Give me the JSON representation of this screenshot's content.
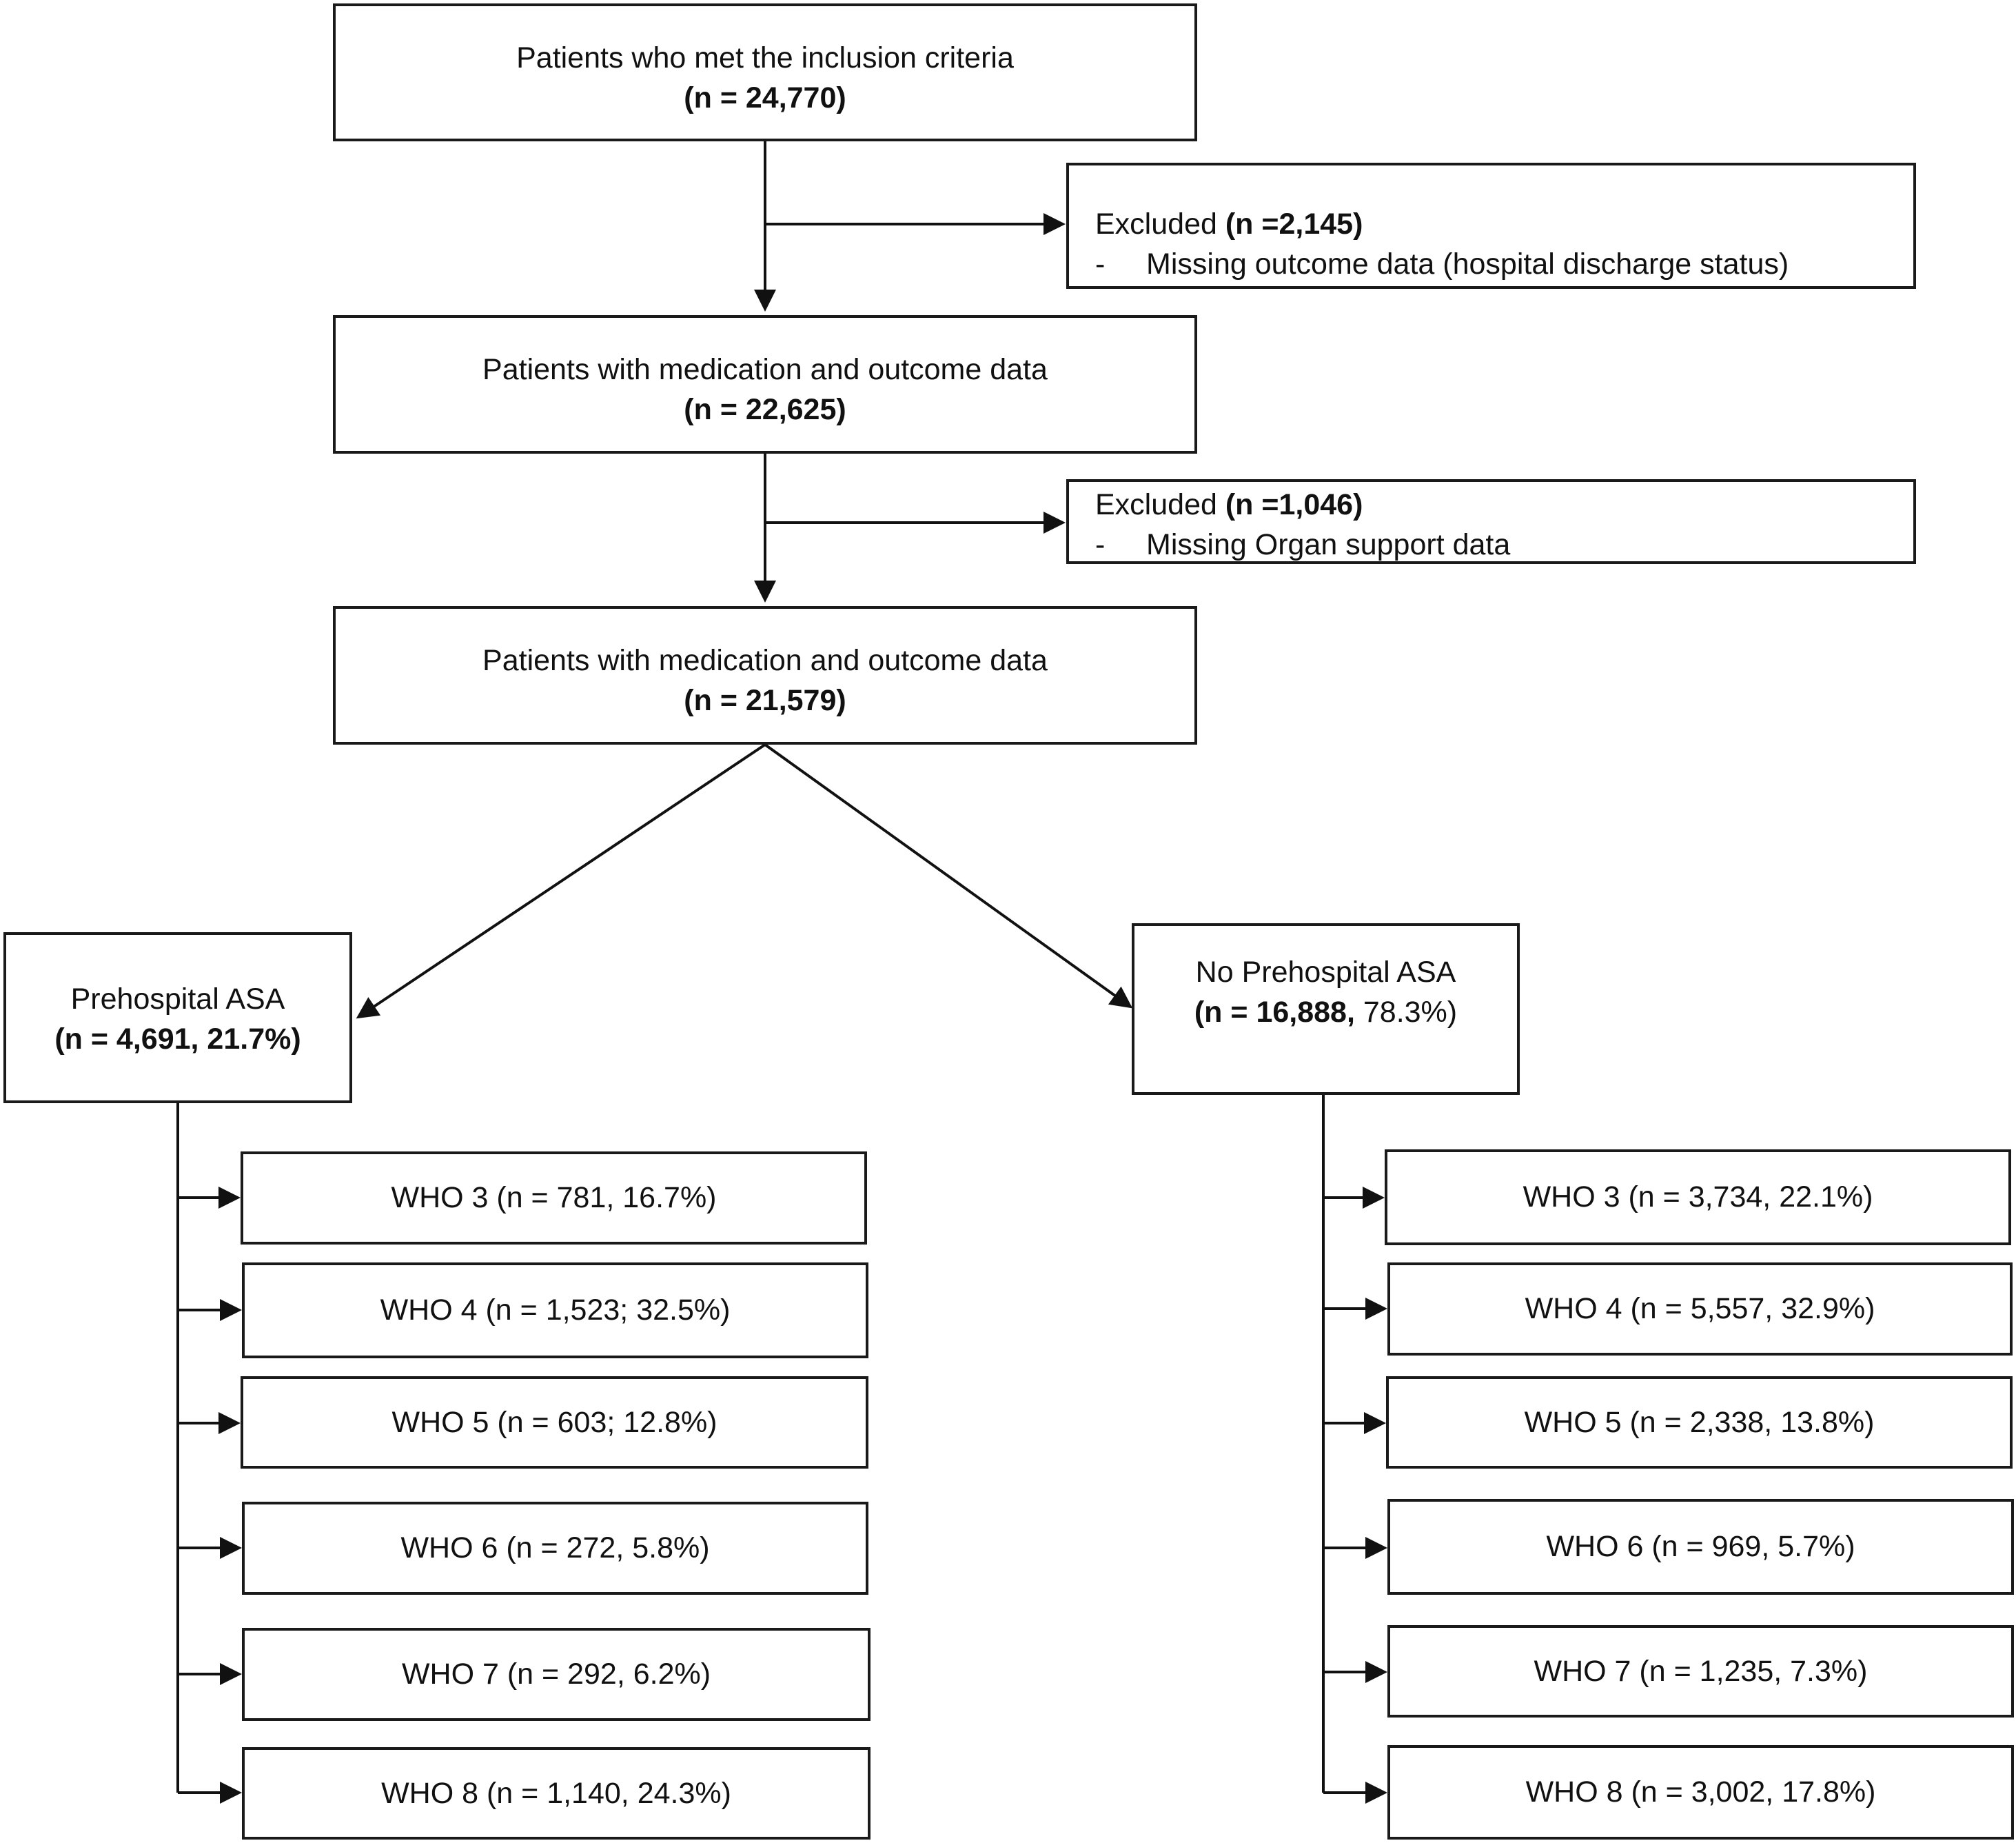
{
  "flow": {
    "inclusion": {
      "title": "Patients  who met the inclusion criteria",
      "count": "(n = 24,770)"
    },
    "exclusion_1": {
      "label": "Excluded ",
      "count": "(n =2,145)",
      "reason": "-     Missing outcome data (hospital discharge status)"
    },
    "medication_outcome_1": {
      "title": "Patients  with medication and outcome data",
      "count": "(n = 22,625)"
    },
    "exclusion_2": {
      "label": "Excluded ",
      "count": "(n =1,046)",
      "reason": "-     Missing Organ support data"
    },
    "medication_outcome_2": {
      "title": "Patients  with medication and outcome data",
      "count": "(n = 21,579)"
    },
    "prehospital_asa": {
      "title": "Prehospital ASA",
      "count": "(n = 4,691, 21.7%)",
      "outcomes": [
        "WHO 3 (n = 781, 16.7%)",
        "WHO 4 (n = 1,523; 32.5%)",
        "WHO 5 (n = 603; 12.8%)",
        "WHO 6 (n = 272, 5.8%)",
        "WHO 7 (n = 292, 6.2%)",
        "WHO 8 (n = 1,140, 24.3%)"
      ]
    },
    "no_prehospital_asa": {
      "title": "No Prehospital ASA",
      "count_bold": "(n = 16,888,",
      "count_rest": " 78.3%)",
      "outcomes": [
        "WHO 3 (n = 3,734, 22.1%)",
        "WHO 4 (n = 5,557, 32.9%)",
        "WHO 5 (n = 2,338, 13.8%)",
        "WHO 6 (n = 969, 5.7%)",
        "WHO 7 (n = 1,235, 7.3%)",
        "WHO 8 (n = 3,002, 17.8%)"
      ]
    }
  }
}
